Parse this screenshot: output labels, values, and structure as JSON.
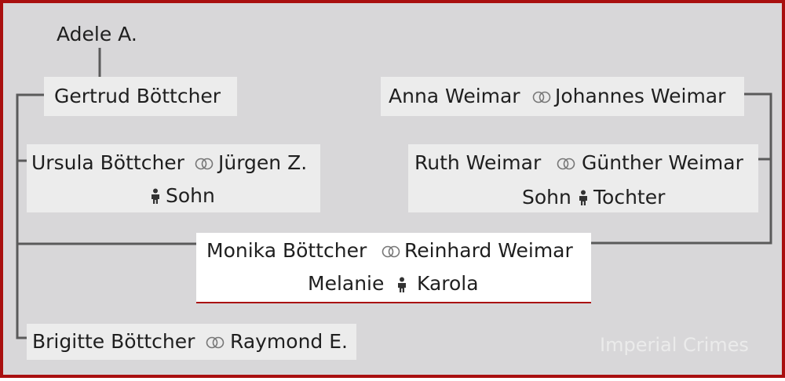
{
  "ancestor": "Adele A.",
  "gertrud": "Gertrud Böttcher",
  "anna": "Anna Weimar",
  "johannes": "Johannes Weimar",
  "ursula": "Ursula Böttcher",
  "juergen": "Jürgen Z.",
  "ursula_child": "Sohn",
  "ruth": "Ruth Weimar",
  "guenther": "Günther Weimar",
  "ruth_child_1": "Sohn",
  "ruth_child_2": "Tochter",
  "monika": "Monika Böttcher",
  "reinhard": "Reinhard Weimar",
  "monika_child_1": "Melanie",
  "monika_child_2": "Karola",
  "brigitte": "Brigitte Böttcher",
  "raymond": "Raymond E.",
  "watermark": "Imperial Crimes",
  "colors": {
    "frame": "#a90f0f",
    "line": "#5a5a5a",
    "background": "#d8d7d9",
    "highlight_underline": "#a90f0f"
  },
  "icons": {
    "marriage": "interlocking-rings-icon",
    "children": "child-figure-icon"
  }
}
